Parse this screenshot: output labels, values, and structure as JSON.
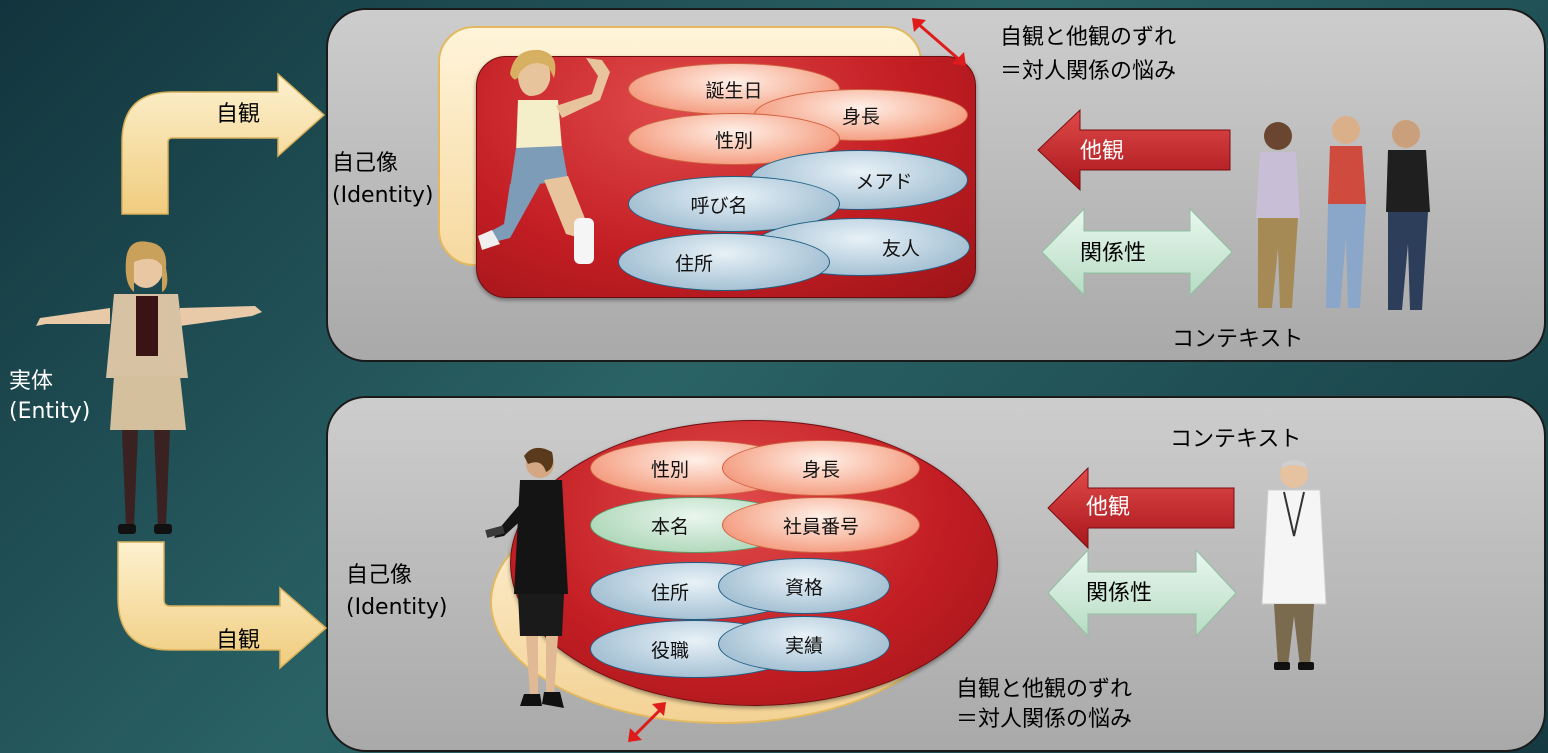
{
  "entity": {
    "label_line1": "実体",
    "label_line2": "(Entity)"
  },
  "self_view_top": "自観",
  "self_view_bottom": "自観",
  "top": {
    "identity_line1": "自己像",
    "identity_line2": "(Identity)",
    "attributes": {
      "birthday": "誕生日",
      "height": "身長",
      "gender": "性別",
      "email": "メアド",
      "nickname": "呼び名",
      "friend": "友人",
      "address": "住所"
    },
    "gap_line1": "自観と他観のずれ",
    "gap_line2": "＝対人関係の悩み",
    "other_view": "他観",
    "relation": "関係性",
    "context": "コンテキスト"
  },
  "bottom": {
    "identity_line1": "自己像",
    "identity_line2": "(Identity)",
    "attributes": {
      "gender": "性別",
      "height": "身長",
      "real_name": "本名",
      "employee_no": "社員番号",
      "address": "住所",
      "qualification": "資格",
      "position": "役職",
      "achievement": "実績"
    },
    "gap_line1": "自観と他観のずれ",
    "gap_line2": "＝対人関係の悩み",
    "other_view": "他観",
    "relation": "関係性",
    "context": "コンテキスト"
  },
  "colors": {
    "self_view_arrow": "#f2d89a",
    "other_view_arrow": "#c8262b",
    "relation_arrow": "#cfeadb",
    "identity_red": "#c31e24",
    "gap_marker": "#e01b1b"
  }
}
